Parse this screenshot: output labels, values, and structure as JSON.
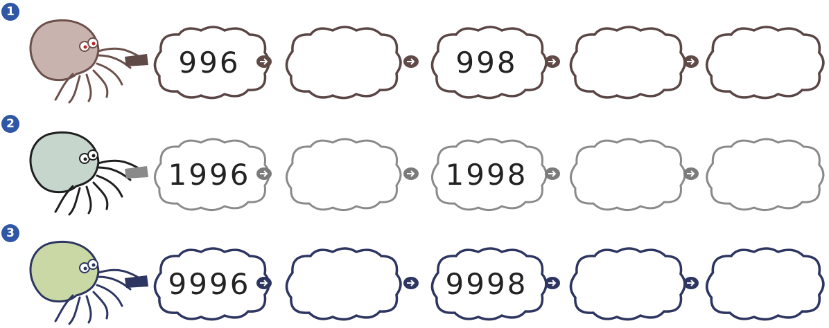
{
  "rows": [
    {
      "badge": "1",
      "colors": {
        "badge": "#2f57a6",
        "outline": "#5a4545",
        "octopus": "#c9b3ae",
        "octopus_outline": "#6b4f4a",
        "arrow": "#5f4a48"
      },
      "bubbles": [
        "996",
        "",
        "998",
        "",
        ""
      ]
    },
    {
      "badge": "2",
      "colors": {
        "badge": "#2f57a6",
        "outline": "#8a8a8a",
        "octopus": "#c6d6cc",
        "octopus_outline": "#1e1e1e",
        "arrow": "#7b7b7b"
      },
      "bubbles": [
        "1996",
        "",
        "1998",
        "",
        ""
      ]
    },
    {
      "badge": "3",
      "colors": {
        "badge": "#2f57a6",
        "outline": "#2d3560",
        "octopus": "#c9d8a4",
        "octopus_outline": "#2d3560",
        "arrow": "#2d3560"
      },
      "bubbles": [
        "9996",
        "",
        "9998",
        "",
        ""
      ]
    }
  ],
  "icons": {
    "octopus": "octopus-icon",
    "arrow": "arrow-right-icon"
  }
}
